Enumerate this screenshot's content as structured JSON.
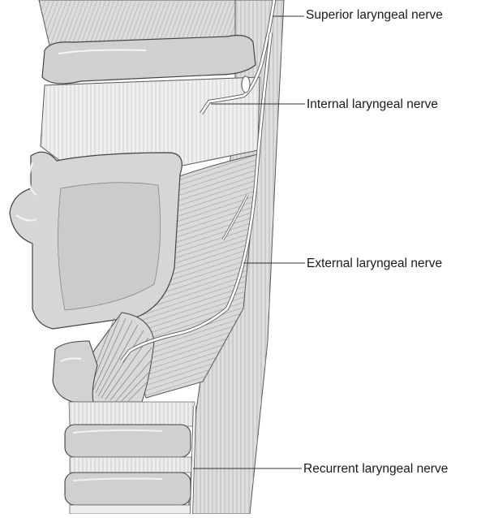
{
  "labels": {
    "superior": "Superior laryngeal nerve",
    "internal": "Internal laryngeal nerve",
    "external": "External laryngeal nerve",
    "recurrent": "Recurrent laryngeal nerve"
  },
  "colors": {
    "cartilage": "#d2d2d2",
    "cartilage_light": "#e2e2e2",
    "muscle": "#dadada",
    "membrane": "#ececec",
    "nerve": "#ffffff",
    "outline": "#444444"
  }
}
